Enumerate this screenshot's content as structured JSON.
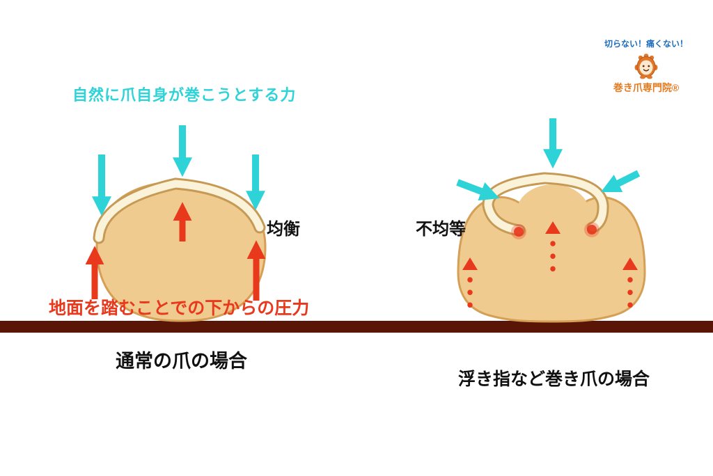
{
  "logo": {
    "tagline": "切らない！痛くない！",
    "brand": "巻き爪専門院®"
  },
  "left_panel": {
    "force_label": "自然に爪自身が巻こうとする力",
    "balance_label": "均衡",
    "pressure_label": "地面を踏むことでの下からの圧力",
    "caption": "通常の爪の場合"
  },
  "right_panel": {
    "unequal_label": "不均等",
    "caption": "浮き指など巻き爪の場合"
  },
  "colors": {
    "curl_force_cyan": "#2ed3d8",
    "pressure_red": "#e8391d",
    "ground_brown": "#591607",
    "toe_fill": "#f0cb90",
    "toe_stroke": "#d5a055",
    "nail_fill": "#faf3da",
    "nail_stroke": "#c69a55",
    "logo_blue": "#1c6cbe",
    "logo_orange": "#e5791e"
  }
}
